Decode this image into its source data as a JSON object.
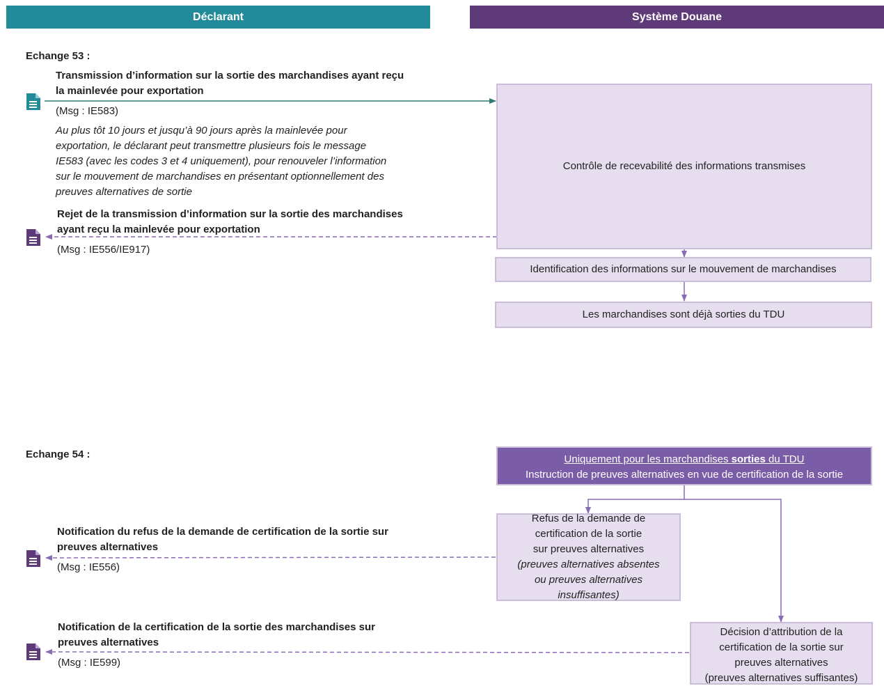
{
  "headers": {
    "left": "Déclarant",
    "right": "Système Douane"
  },
  "echange53": {
    "label": "Echange 53 :",
    "transmission_title_1": "Transmission d’information sur la sortie des marchandises ayant reçu",
    "transmission_title_2": "la mainlevée pour exportation",
    "transmission_msg": "(Msg : IE583)",
    "note_1": "Au plus tôt 10 jours et jusqu’à 90 jours après la mainlevée pour",
    "note_2": "exportation, le déclarant peut transmettre plusieurs fois le message",
    "note_3": "IE583 (avec les codes 3 et 4 uniquement), pour renouveler l’information",
    "note_4": "sur le mouvement de marchandises en présentant optionnellement des",
    "note_5": "preuves alternatives de sortie",
    "rejet_title_1": "Rejet de la transmission d’information sur la sortie des marchandises",
    "rejet_title_2": "ayant reçu la mainlevée pour exportation",
    "rejet_msg": "(Msg : IE556/IE917)",
    "box_controle": "Contrôle de recevabilité des informations transmises",
    "box_identification": "Identification des informations sur le mouvement de marchandises",
    "box_sorties": "Les marchandises sont déjà sorties du TDU"
  },
  "echange54": {
    "label": "Echange 54 :",
    "instr_line1_pre": "Uniquement pour les marchandises ",
    "instr_line1_bold": "sorties",
    "instr_line1_post": " du TDU",
    "instr_line2": "Instruction de preuves alternatives en vue de certification de la sortie",
    "refus_notif_1": "Notification du refus de la demande de certification de la sortie sur",
    "refus_notif_2": "preuves alternatives",
    "refus_msg": "(Msg : IE556)",
    "refus_box_1": "Refus de la demande de",
    "refus_box_2": "certification de la sortie",
    "refus_box_3": "sur preuves alternatives",
    "refus_box_4": "(preuves alternatives absentes",
    "refus_box_5": "ou preuves alternatives",
    "refus_box_6": "insuffisantes)",
    "cert_notif_1": "Notification de la certification de la sortie des marchandises sur",
    "cert_notif_2": "preuves alternatives",
    "cert_msg": "(Msg : IE599)",
    "cert_box_1": "Décision d’attribution de la",
    "cert_box_2": "certification de la sortie sur",
    "cert_box_3": "preuves alternatives",
    "cert_box_4": "(preuves alternatives suffisantes)"
  },
  "colors": {
    "teal": "#238a9a",
    "purple_dark": "#5f3a78",
    "purple": "#7b5ca6",
    "box_fill": "#e6deef",
    "arrow_purple": "#9b7cc4"
  }
}
